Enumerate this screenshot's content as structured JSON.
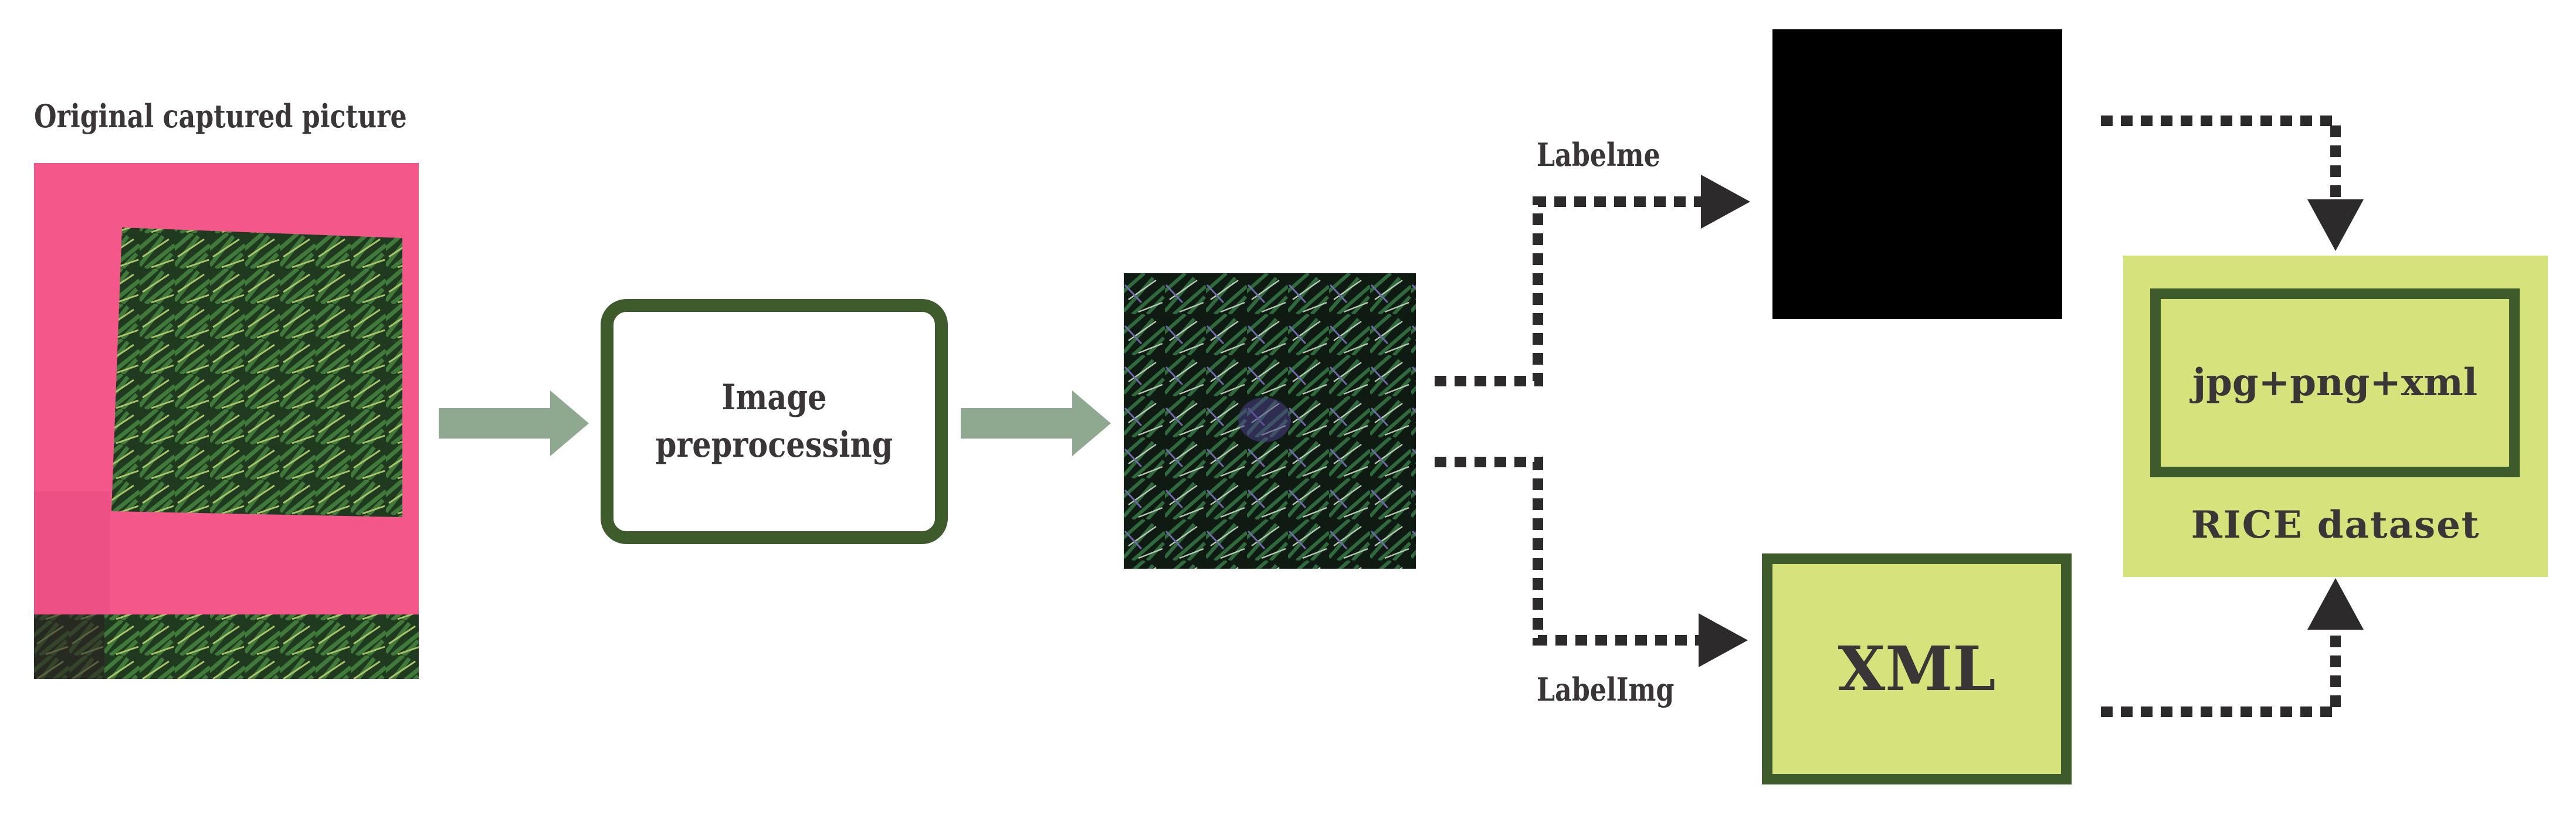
{
  "original_title": "Original captured picture",
  "preprocess_label": "Image\npreprocessing",
  "labelme_label": "Labelme",
  "labelimg_label": "LabelImg",
  "xml_label": "XML",
  "formats_label": "jpg+png+xml",
  "dataset_label": "RICE dataset",
  "colors": {
    "pink_board": "#f4578a",
    "box_border": "#3e5b2c",
    "lime_fill": "#d6e37b",
    "arrow_fill": "#8fa890",
    "dotted": "#2d2a2b",
    "dark_text": "#3a3638"
  },
  "icons": [
    "arrow-right-icon",
    "arrowhead-right-icon",
    "arrowhead-down-icon",
    "arrowhead-up-icon"
  ]
}
